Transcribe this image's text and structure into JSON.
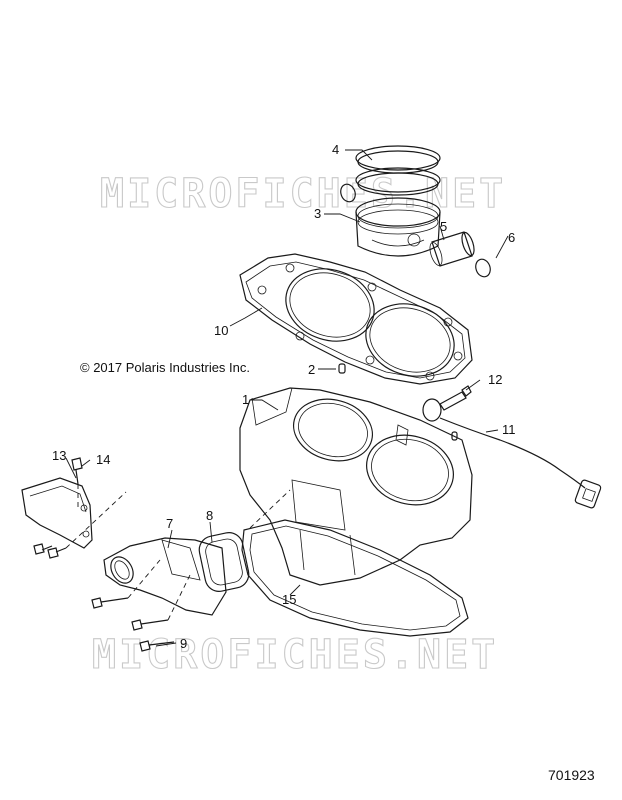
{
  "watermark": {
    "top": "MICROFICHES.NET",
    "bottom": "MICROFICHES.NET"
  },
  "copyright": "© 2017 Polaris Industries Inc.",
  "diagram_number": "701923",
  "callouts": {
    "c1": "1",
    "c2": "2",
    "c3": "3",
    "c4": "4",
    "c5": "5",
    "c6": "6",
    "c7": "7",
    "c8": "8",
    "c9": "9",
    "c10": "10",
    "c11": "11",
    "c12": "12",
    "c13": "13",
    "c14": "14",
    "c15": "15"
  }
}
